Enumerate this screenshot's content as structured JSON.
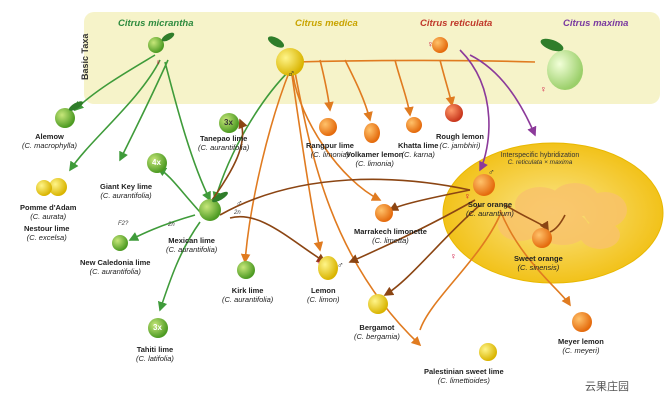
{
  "taxa_header": {
    "title": "Basic Taxa",
    "micrantha": "Citrus micrantha",
    "medica": "Citrus medica",
    "reticulata": "Citrus reticulata",
    "maxima": "Citrus maxima"
  },
  "hybrid_zone": {
    "title": "Interspecific hybridization",
    "subtitle": "C. reticulata × maxima"
  },
  "nodes": {
    "alemow": {
      "name": "Alemow",
      "sci": "(C. macrophylla)"
    },
    "pomme": {
      "name": "Pomme d'Adam",
      "sci": "(C. aurata)"
    },
    "nestour": {
      "name": "Nestour lime",
      "sci": "(C. excelsa)"
    },
    "giantkey": {
      "name": "Giant Key lime",
      "sci": "(C. aurantifolia)"
    },
    "tanepao": {
      "name": "Tanepao lime",
      "sci": "(C. aurantifolia)"
    },
    "newcaledonia": {
      "name": "New Caledonia lime",
      "sci": "(C. aurantifolia)"
    },
    "mexican": {
      "name": "Mexican lime",
      "sci": "(C. aurantifolia)"
    },
    "kirk": {
      "name": "Kirk lime",
      "sci": "(C. aurantifolia)"
    },
    "tahiti": {
      "name": "Tahiti lime",
      "sci": "(C. latifolia)"
    },
    "rangpur": {
      "name": "Rangpur lime",
      "sci": "(C. limonia)"
    },
    "volkamer": {
      "name": "Volkamer lemon",
      "sci": "(C. limonia)"
    },
    "khatta": {
      "name": "Khatta lime",
      "sci": "(C. karna)"
    },
    "rough": {
      "name": "Rough lemon",
      "sci": "(C. jambhiri)"
    },
    "marrakech": {
      "name": "Marrakech limonette",
      "sci": "(C. limetta)"
    },
    "lemon": {
      "name": "Lemon",
      "sci": "(C. limon)"
    },
    "bergamot": {
      "name": "Bergamot",
      "sci": "(C. bergamia)"
    },
    "sour": {
      "name": "Sour orange",
      "sci": "(C. aurantium)"
    },
    "sweet": {
      "name": "Sweet orange",
      "sci": "(C. sinensis)"
    },
    "meyer": {
      "name": "Meyer lemon",
      "sci": "(C. meyeri)"
    },
    "palestinian": {
      "name": "Palestinian sweet lime",
      "sci": "(C. limettioides)"
    }
  },
  "badges": {
    "tanepao": "3x",
    "giantkey": "4x",
    "tahiti": "3x",
    "f2": "F2?",
    "twon1": "2n",
    "twon2": "2n"
  },
  "symbols": {
    "female": "♀",
    "male": "♂"
  },
  "watermark": "云果庄园",
  "colors": {
    "micrantha": "#2e8b3e",
    "medica": "#c9a400",
    "reticulata": "#c0392b",
    "maxima": "#7a3aa0",
    "orange_line": "#e07b20",
    "green_line": "#3f9b3a",
    "purple_line": "#8c3a9a",
    "brown_line": "#a0522d",
    "taxa_band": "#f6f3c9",
    "hybrid_fill": "#f7d24a"
  }
}
